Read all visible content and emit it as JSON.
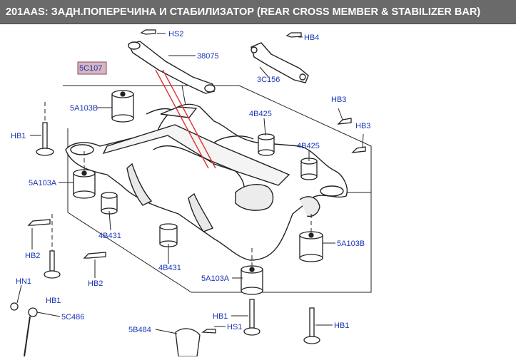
{
  "header": {
    "title": "201AAS: ЗАДН.ПОПЕРЕЧИНА И СТАБИЛИЗАТОР (REAR CROSS MEMBER & STABILIZER BAR)"
  },
  "colors": {
    "header_bg": "#6a6a6a",
    "label_blue": "#1a35b8",
    "highlight_tag": "#d8b6c0",
    "callout_red": "#e03030"
  },
  "callouts": {
    "hs2": "HS2",
    "p38075": "38075",
    "hb4": "HB4",
    "p3c156": "3C156",
    "p5c107": "5C107",
    "p5a103b_top": "5A103B",
    "hb3": "HB3",
    "p4b425_a": "4B425",
    "hb3_right": "HB3",
    "hb1_left": "HB1",
    "p4b425_b": "4B425",
    "p5a103a_left": "5A103A",
    "p4b431_a": "4B431",
    "p5a103b_right": "5A103B",
    "hb2_left": "HB2",
    "hb2_mid": "HB2",
    "p4b431_b": "4B431",
    "p5a103a_bottom": "5A103A",
    "hn1": "HN1",
    "hb1_mid": "HB1",
    "p5c486": "5C486",
    "hb1_bottom": "HB1",
    "hb1_right": "HB1",
    "p5b484": "5B484",
    "hs1": "HS1"
  }
}
